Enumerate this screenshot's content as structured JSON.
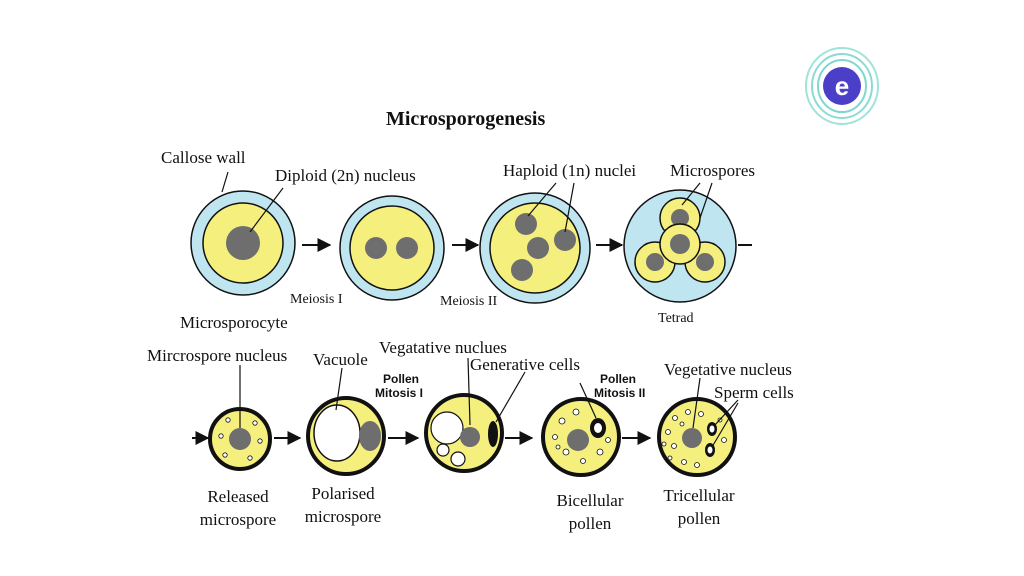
{
  "title": "Microsporogenesis",
  "labels": {
    "callose_wall": "Callose wall",
    "diploid_nucleus": "Diploid (2n) nucleus",
    "haploid_nuclei": "Haploid (1n) nuclei",
    "microspores": "Microspores",
    "meiosis_1": "Meiosis I",
    "meiosis_2": "Meiosis II",
    "microsporocyte": "Microsporocyte",
    "tetrad": "Tetrad",
    "microspore_nucleus": "Mircrospore nucleus",
    "vacuole": "Vacuole",
    "pollen_mitosis_1_a": "Pollen",
    "pollen_mitosis_1_b": "Mitosis I",
    "vegetative_nuclues": "Vegatative nuclues",
    "generative_cells": "Generative cells",
    "pollen_mitosis_2_a": "Pollen",
    "pollen_mitosis_2_b": "Mitosis II",
    "vegetative_nucleus": "Vegetative nucleus",
    "sperm_cells": "Sperm cells",
    "released_a": "Released",
    "released_b": "microspore",
    "polarised_a": "Polarised",
    "polarised_b": "microspore",
    "bicellular_a": "Bicellular",
    "bicellular_b": "pollen",
    "tricellular_a": "Tricellular",
    "tricellular_b": "pollen"
  },
  "colors": {
    "callose": "#bfe6f0",
    "cytoplasm": "#f5ef7e",
    "nucleus": "#6e6e6e",
    "outline": "#111111",
    "logo_ring": "#7fd8cf",
    "logo_core": "#4b3fc9"
  },
  "logo": {
    "letter": "e",
    "icon": "embibe-logo-icon"
  }
}
